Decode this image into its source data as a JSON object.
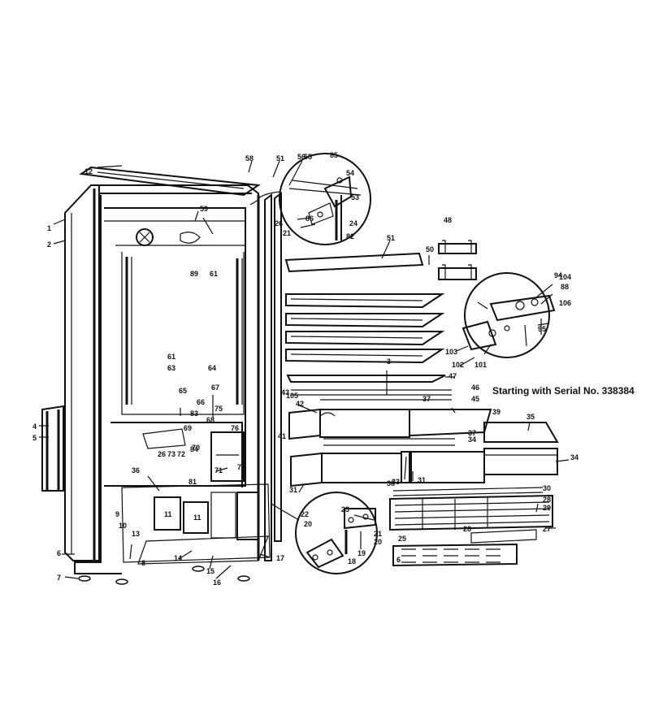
{
  "caption": "Starting with Serial No. 338384",
  "callouts": [
    "1",
    "2",
    "3",
    "4",
    "5",
    "6",
    "7",
    "8",
    "9",
    "10",
    "11",
    "12",
    "13",
    "14",
    "15",
    "16",
    "17",
    "18",
    "19",
    "20",
    "21",
    "22",
    "23",
    "24",
    "25",
    "26",
    "27",
    "28",
    "29",
    "30",
    "31",
    "33",
    "34",
    "35",
    "36",
    "37",
    "38",
    "39",
    "41",
    "42",
    "43",
    "45",
    "46",
    "47",
    "48",
    "50",
    "51",
    "53",
    "54",
    "55",
    "56",
    "58",
    "59",
    "61",
    "63",
    "64",
    "65",
    "66",
    "67",
    "68",
    "69",
    "70",
    "71",
    "72",
    "73",
    "75",
    "76",
    "78",
    "81",
    "82",
    "83",
    "84",
    "85",
    "86",
    "88",
    "89",
    "94",
    "95",
    "101",
    "102",
    "103",
    "104",
    "105",
    "106"
  ]
}
